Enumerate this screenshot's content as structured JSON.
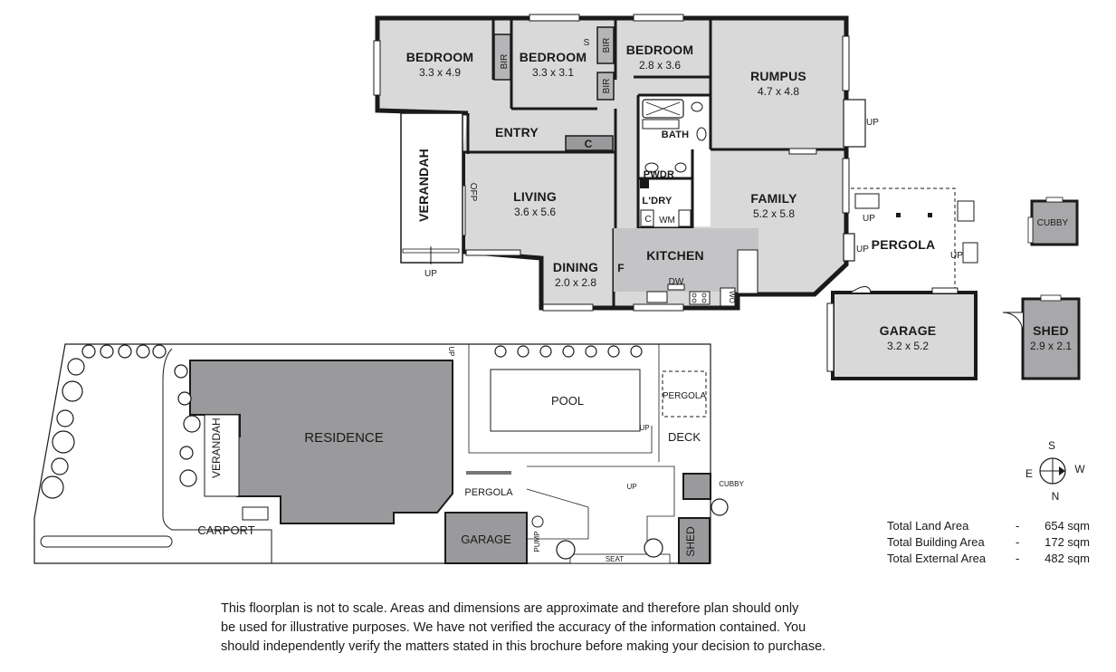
{
  "floorplan": {
    "rooms": {
      "bedroom1": {
        "name": "BEDROOM",
        "dims": "3.3 x 4.9"
      },
      "bedroom2": {
        "name": "BEDROOM",
        "dims": "3.3 x 3.1"
      },
      "bedroom3": {
        "name": "BEDROOM",
        "dims": "2.8 x 3.6"
      },
      "rumpus": {
        "name": "RUMPUS",
        "dims": "4.7 x 4.8"
      },
      "entry": {
        "name": "ENTRY"
      },
      "bath": {
        "name": "BATH"
      },
      "pwdr": {
        "name": "PWDR"
      },
      "ldry": {
        "name": "L'DRY"
      },
      "living": {
        "name": "LIVING",
        "dims": "3.6 x 5.6"
      },
      "family": {
        "name": "FAMILY",
        "dims": "5.2 x 5.8"
      },
      "kitchen": {
        "name": "KITCHEN"
      },
      "dining": {
        "name": "DINING",
        "dims": "2.0 x 2.8"
      },
      "verandah": {
        "name": "VERANDAH"
      },
      "pergola": {
        "name": "PERGOLA"
      },
      "garage": {
        "name": "GARAGE",
        "dims": "3.2 x 5.2"
      },
      "shed": {
        "name": "SHED",
        "dims": "2.9 x 2.1"
      },
      "cubby": {
        "name": "CUBBY"
      }
    },
    "fixtures": {
      "bir": "BIR",
      "s": "S",
      "c": "C",
      "ofp": "OFP",
      "wm": "WM",
      "f": "F",
      "dw": "DW",
      "wo": "WO",
      "up": "UP"
    }
  },
  "siteplan": {
    "residence": "RESIDENCE",
    "verandah": "VERANDAH",
    "carport": "CARPORT",
    "garage": "GARAGE",
    "pergola": "PERGOLA",
    "pool": "POOL",
    "pergola2": "PERGOLA",
    "deck": "DECK",
    "cubby": "CUBBY",
    "shed": "SHED",
    "seat": "SEAT",
    "pump": "PUMP",
    "up": "UP"
  },
  "compass": {
    "n": "N",
    "s": "S",
    "e": "E",
    "w": "W"
  },
  "areas": [
    {
      "label": "Total Land Area",
      "sep": "-",
      "value": "654 sqm"
    },
    {
      "label": "Total Building Area",
      "sep": "-",
      "value": "172 sqm"
    },
    {
      "label": "Total External Area",
      "sep": "-",
      "value": "482 sqm"
    }
  ],
  "disclaimer": [
    "This floorplan is not to scale. Areas and dimensions are approximate and therefore plan should only",
    "be used for illustrative purposes. We have not verified the accuracy of the information contained. You",
    "should independently verify the matters stated in this brochure before making your decision to purchase."
  ],
  "colors": {
    "wall": "#1a1a1a",
    "room_fill": "#d9d9da",
    "residence_fill": "#9a9a9c",
    "garden_fill": "#ffffff"
  }
}
